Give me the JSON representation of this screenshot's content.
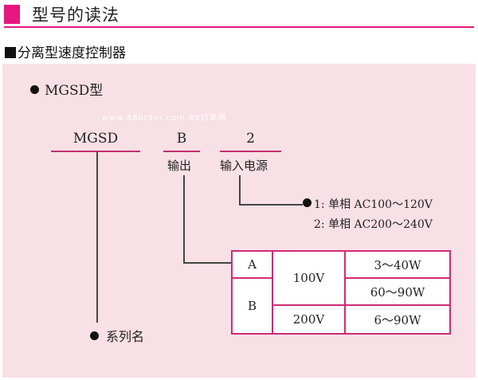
{
  "header": {
    "title": "型号的读法",
    "accent_color": "#e6177e"
  },
  "subtitle": "分离型速度控制器",
  "watermark": "www.88order.com 88订单网",
  "model": {
    "title": "MGSD型",
    "codes": [
      {
        "code": "MGSD",
        "label": ""
      },
      {
        "code": "B",
        "label": "输出"
      },
      {
        "code": "2",
        "label": "输入电源"
      }
    ],
    "series_label": "系列名"
  },
  "power_options": [
    {
      "key": "1:",
      "desc": "单相",
      "range": "AC100～120V"
    },
    {
      "key": "2:",
      "desc": "单相",
      "range": "AC200～240V"
    }
  ],
  "output_table": {
    "rows": [
      {
        "code": "A",
        "voltage": "100V",
        "power": "3～40W"
      },
      {
        "code": "",
        "voltage": "",
        "power": "60～90W"
      },
      {
        "code": "B",
        "voltage": "200V",
        "power": "6～90W"
      }
    ]
  }
}
